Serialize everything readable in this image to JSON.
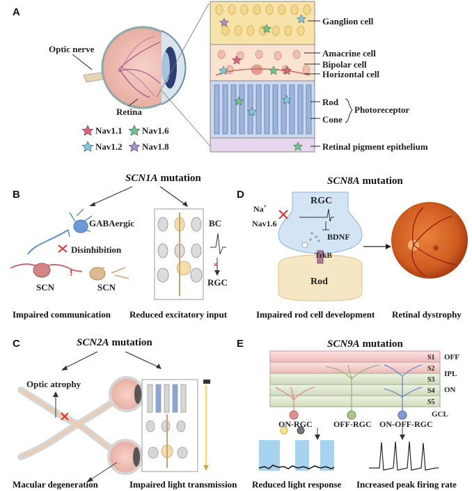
{
  "panels": {
    "a": {
      "letter": "A",
      "optic_nerve": "Optic nerve",
      "retina": "Retina",
      "legend": [
        {
          "label": "Nav1.1",
          "color": "#e0607a"
        },
        {
          "label": "Nav1.6",
          "color": "#6cc487"
        },
        {
          "label": "Nav1.2",
          "color": "#7ec8e3"
        },
        {
          "label": "Nav1.8",
          "color": "#a58fcf"
        }
      ],
      "layers": {
        "ganglion": "Ganglion cell",
        "amacrine": "Amacrine cell",
        "bipolar": "Bipolar cell",
        "horizontal": "Horizontal cell",
        "rod": "Rod",
        "cone": "Cone",
        "photoreceptor": "Photoreceptor",
        "rpe": "Retinal pigment epithelium"
      }
    },
    "b": {
      "letter": "B",
      "gene": "SCN1A",
      "suffix": " mutation",
      "gabaergic": "GABAergic",
      "disinhibition": "Disinhibition",
      "scn_left": "SCN",
      "scn_right": "SCN",
      "bc": "BC",
      "rgc": "RGC",
      "caption_left": "Impaired communication",
      "caption_right": "Reduced excitatory input"
    },
    "c": {
      "letter": "C",
      "gene": "SCN2A",
      "suffix": " mutation",
      "optic_atrophy": "Optic atrophy",
      "caption_left": "Macular degeneration",
      "caption_right": "Impaired light transmission"
    },
    "d": {
      "letter": "D",
      "gene": "SCN8A",
      "suffix": " mutation",
      "rgc": "RGC",
      "na": "Na",
      "na_sup": "+",
      "nav": "Nav1.6",
      "bdnf": "BDNF",
      "trkb": "TrkB",
      "rod": "Rod",
      "caption_left": "Impaired rod cell development",
      "caption_right": "Retinal dystrophy"
    },
    "e": {
      "letter": "E",
      "gene": "SCN9A",
      "suffix": " mutation",
      "strata": [
        "S1",
        "S2",
        "S3",
        "S4",
        "S5"
      ],
      "off": "OFF",
      "ipl": "IPL",
      "on": "ON",
      "gcl": "GCL",
      "cells": [
        "ON-RGC",
        "OFF-RGC",
        "ON-OFF-RGC"
      ],
      "caption_left": "Reduced light response",
      "caption_right": "Increased peak firing rate"
    }
  }
}
